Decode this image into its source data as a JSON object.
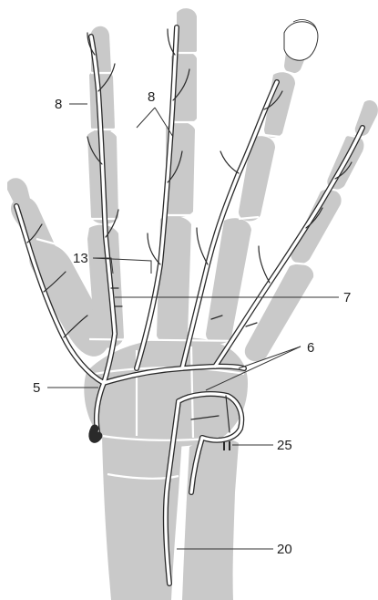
{
  "callouts": [
    {
      "key": "c8a",
      "text": "8"
    },
    {
      "key": "c8b",
      "text": "8"
    },
    {
      "key": "c13",
      "text": "13"
    },
    {
      "key": "c7",
      "text": "7"
    },
    {
      "key": "c6",
      "text": "6"
    },
    {
      "key": "c5",
      "text": "5"
    },
    {
      "key": "c25",
      "text": "25"
    },
    {
      "key": "c20",
      "text": "20"
    }
  ],
  "colors": {
    "bone": "#c9c9c9",
    "vessel_outline": "#2a2a2a",
    "vessel_fill": "#ffffff",
    "leader_line": "#333333",
    "background": "#ffffff"
  }
}
